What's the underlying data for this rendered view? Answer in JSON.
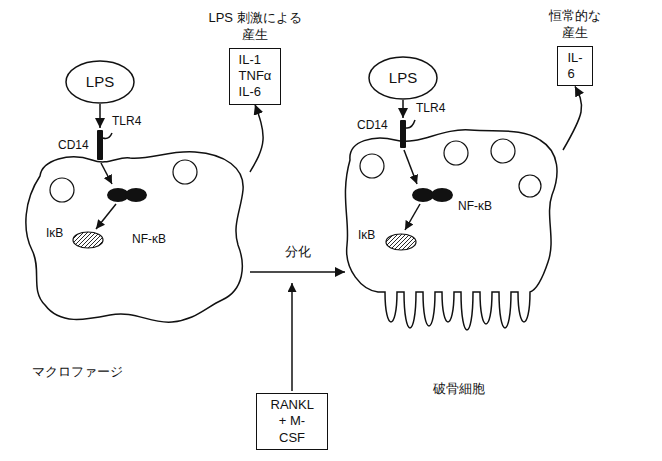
{
  "diagram": {
    "nodes": [
      {
        "text": [
          "LPS"
        ]
      },
      {
        "text": [
          "LPS 刺激による 産生",
          "IL-1 TNFα IL-6"
        ]
      },
      {
        "text": [
          "マクロファージ"
        ]
      },
      {
        "text": [
          "RANKL + M-CSF"
        ]
      },
      {
        "text": [
          "LPS"
        ]
      },
      {
        "text": [
          "恒常的な 産生",
          "IL-6"
        ]
      },
      {
        "text": [
          "破骨細胞"
        ]
      }
    ],
    "edges": [
      {
        "from": 0,
        "to": 2,
        "arrow": "to"
      },
      {
        "from": 2,
        "to": 1,
        "arrow": "to"
      },
      {
        "from": 2,
        "to": 6,
        "label": "分化",
        "arrow": "to"
      },
      {
        "from": 4,
        "to": 6,
        "arrow": "to"
      },
      {
        "from": 6,
        "to": 5,
        "arrow": "to"
      }
    ],
    "labels": [
      "TLR4",
      "CD14",
      "IκB",
      "NF-κB",
      "TLR4",
      "CD14",
      "NF-κB",
      "IκB"
    ]
  }
}
